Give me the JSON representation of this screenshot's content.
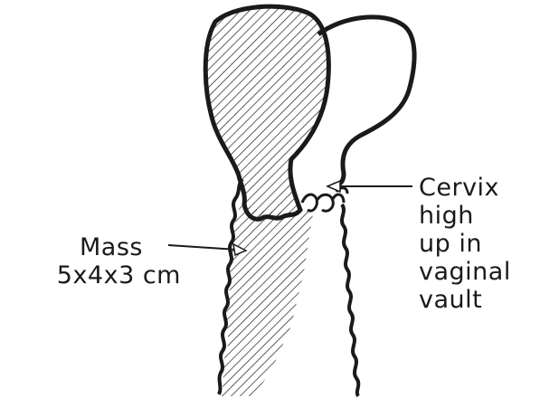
{
  "labels": {
    "mass": {
      "line1": "Mass",
      "line2": "5x4x3 cm"
    },
    "cervix": {
      "line1": "Cervix",
      "line2": "high",
      "line3": "up in",
      "line4": "vaginal",
      "line5": "vault"
    }
  },
  "colors": {
    "ink": "#1a1a1a",
    "background": "#ffffff"
  }
}
